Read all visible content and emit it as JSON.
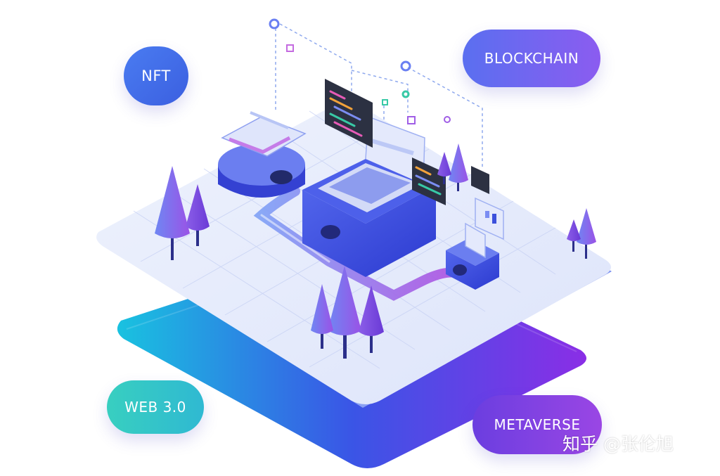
{
  "labels": {
    "nft": "NFT",
    "blockchain": "BLOCKCHAIN",
    "web3": "WEB 3.0",
    "metaverse": "METAVERSE"
  },
  "watermark": "知乎 @张伦旭",
  "colors": {
    "platform_top": "#e7ecfb",
    "platform_edge": "#8fa6f3",
    "base_cyan": "#19c2e0",
    "base_blue": "#3a55e6",
    "base_purple": "#8a2ee6",
    "device_blue": "#3c50dc",
    "device_light": "#c9d2f7",
    "tree_light": "#7b8df2",
    "tree_dark": "#8b46de",
    "code_panel": "#2c3142",
    "accent_orange": "#f2a23a",
    "accent_green": "#38c9a6",
    "accent_pink": "#e65bb6"
  },
  "icons": [
    "laptop-icon",
    "code-window-icon",
    "tablet-icon",
    "phone-icon",
    "tree-icon",
    "ring-node-icon",
    "square-node-icon"
  ]
}
